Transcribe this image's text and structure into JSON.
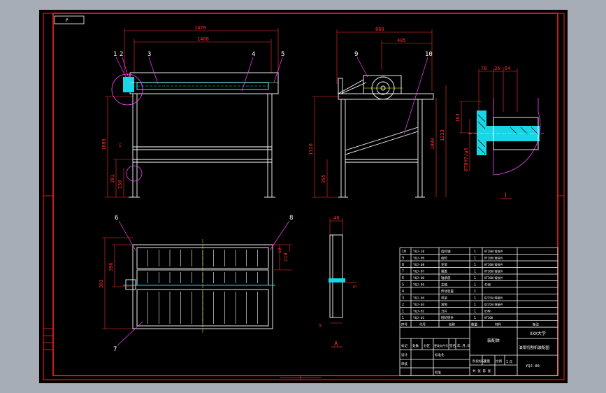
{
  "tab_label": "P",
  "colors": {
    "background": "#a6adb6",
    "paper": "#000000",
    "border": "#ff2020",
    "lines": "#ffffff",
    "dimension": "#ff3030",
    "accent": "#19d6e6",
    "leader": "#ff40ff",
    "yellow": "#ffff40",
    "green": "#40ff40"
  },
  "front_view": {
    "dims": {
      "overall_width": "1470",
      "inner_width": "1400",
      "height": "1080",
      "h1": "381",
      "h2": "250"
    },
    "labels": [
      "1",
      "2",
      "3",
      "4",
      "5"
    ],
    "detail_letter": "I"
  },
  "side_view": {
    "dims": {
      "depth": "860",
      "depth2": "405",
      "h1": "1120",
      "h2": "1080",
      "h3": "1233",
      "h4": "395"
    },
    "labels": [
      "9",
      "10"
    ]
  },
  "detail_view": {
    "dims": {
      "d1": "78",
      "d2": "35",
      "d3": "64",
      "h": "163",
      "dia": "Ø70H7/g6"
    },
    "caption": "Ⅰ"
  },
  "top_view": {
    "dims": {
      "h1": "396",
      "h2": "381",
      "h3": "210",
      "h4": "10"
    },
    "labels": [
      "6",
      "7",
      "8"
    ]
  },
  "section_view": {
    "dims": {
      "w": "40",
      "t": "5",
      "t2": "5"
    },
    "caption": "A"
  },
  "bom": {
    "rows": [
      {
        "no": "10",
        "code": "YQJ-10",
        "name": "齿轮轴",
        "qty": "1",
        "mat": "HT200/铸铁件"
      },
      {
        "no": "9",
        "code": "YQJ-09",
        "name": "齿轮",
        "qty": "1",
        "mat": "HT200/铸铁件"
      },
      {
        "no": "8",
        "code": "YQJ-08",
        "name": "支架",
        "qty": "1",
        "mat": "HT200/铸铁件"
      },
      {
        "no": "7",
        "code": "YQJ-07",
        "name": "端盖",
        "qty": "1",
        "mat": "HT200/铸铁件"
      },
      {
        "no": "6",
        "code": "YQJ-06",
        "name": "轴承座",
        "qty": "1",
        "mat": "HT200/铸铁件"
      },
      {
        "no": "5",
        "code": "YQJ-05",
        "name": "主轴",
        "qty": "1",
        "mat": "45钢"
      },
      {
        "no": "4",
        "code": "",
        "name": "传动装置",
        "qty": "1",
        "mat": ""
      },
      {
        "no": "3",
        "code": "YQJ-04",
        "name": "机架",
        "qty": "1",
        "mat": "Q235A/焊接件"
      },
      {
        "no": "2",
        "code": "YQJ-03",
        "name": "滚筒",
        "qty": "1",
        "mat": "Q235A/焊接件"
      },
      {
        "no": "1",
        "code": "YQJ-02",
        "name": "刀片",
        "qty": "1",
        "mat": "65Mn"
      },
      {
        "no": "1",
        "code": "YQJ-01",
        "name": "链轮链条",
        "qty": "1",
        "mat": "HT200"
      }
    ],
    "header": {
      "no": "序号",
      "code": "代号",
      "name": "名称",
      "qty": "数量",
      "mat": "材料",
      "note": "备注"
    },
    "title_block": {
      "assembly": "装配体",
      "school": "XXX大学",
      "drawing_title": "油菜切割机装配图",
      "drawing_no": "YQJ-00",
      "scale": "1:5",
      "designer": "设计",
      "checker": "审核",
      "approver": "批准",
      "std": "标准化",
      "mark": "标记",
      "count": "处数",
      "zone": "分区",
      "change_doc": "更改文件号",
      "sign": "签名",
      "date": "年.月.日",
      "stage": "阶段标记",
      "weight": "重量",
      "ratio": "比例",
      "sheets": "共 张 第 张"
    }
  }
}
